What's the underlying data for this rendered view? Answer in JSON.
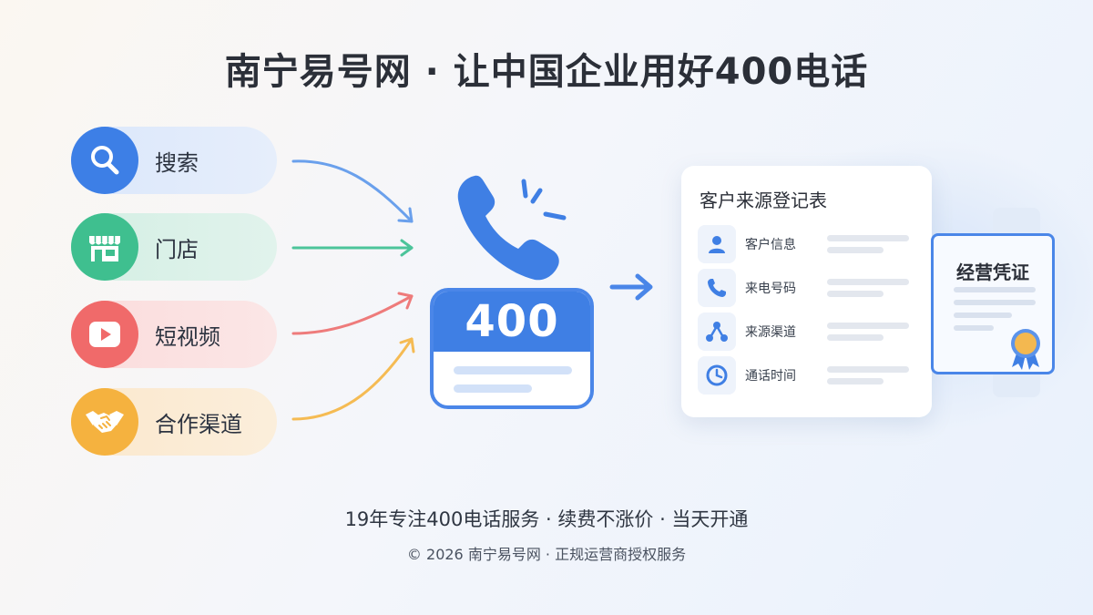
{
  "title": "南宁易号网 · 让中国企业用好400电话",
  "sources": [
    {
      "label": "搜索",
      "icon": "search-icon",
      "color": "#3d7fe6"
    },
    {
      "label": "门店",
      "icon": "store-icon",
      "color": "#3fbf8f"
    },
    {
      "label": "短视频",
      "icon": "play-icon",
      "color": "#f06a6a"
    },
    {
      "label": "合作渠道",
      "icon": "handshake-icon",
      "color": "#f5b23f"
    }
  ],
  "hub": {
    "number": "400",
    "icon": "phone-icon",
    "color": "#3f7fe4"
  },
  "form": {
    "title": "客户来源登记表",
    "rows": [
      {
        "label": "客户信息",
        "icon": "user-icon"
      },
      {
        "label": "来电号码",
        "icon": "phone-icon"
      },
      {
        "label": "来源渠道",
        "icon": "network-icon"
      },
      {
        "label": "通话时间",
        "icon": "clock-icon"
      }
    ]
  },
  "certificate": {
    "title": "经营凭证",
    "icon": "award-seal-icon"
  },
  "footer": {
    "tagline": "19年专注400电话服务 · 续费不涨价 · 当天开通",
    "copyright": "© 2026 南宁易号网 · 正规运营商授权服务"
  }
}
